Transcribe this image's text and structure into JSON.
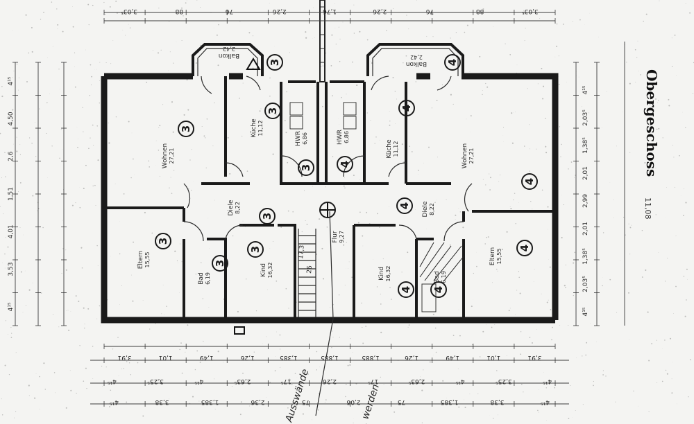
{
  "sheet_title": "Obergeschoss",
  "overall_height": "11,08",
  "rooms": [
    {
      "id": "r1",
      "name": "Wohnen",
      "area": "27,21",
      "unit": "3"
    },
    {
      "id": "r2",
      "name": "Küche",
      "area": "11,12",
      "unit": "3"
    },
    {
      "id": "r3",
      "name": "HWR",
      "area": "6,86",
      "unit": "3"
    },
    {
      "id": "r4",
      "name": "HWR",
      "area": "6,86",
      "unit": "4"
    },
    {
      "id": "r5",
      "name": "Küche",
      "area": "11,12",
      "unit": "4"
    },
    {
      "id": "r6",
      "name": "Wohnen",
      "area": "27,21",
      "unit": "4"
    },
    {
      "id": "r7",
      "name": "Balkon",
      "area": "2,42",
      "unit": "3"
    },
    {
      "id": "r8",
      "name": "Balkon",
      "area": "2,42",
      "unit": "4"
    },
    {
      "id": "r9",
      "name": "Diele",
      "area": "8,22",
      "unit": "3"
    },
    {
      "id": "r10",
      "name": "Diele",
      "area": "8,22",
      "unit": "4"
    },
    {
      "id": "r11",
      "name": "Eltern",
      "area": "15,55",
      "unit": "3"
    },
    {
      "id": "r12",
      "name": "Bad",
      "area": "6,19",
      "unit": "3"
    },
    {
      "id": "r13",
      "name": "Kind",
      "area": "16,32",
      "unit": "3"
    },
    {
      "id": "r14",
      "name": "Flur",
      "area": "9,27",
      "unit": ""
    },
    {
      "id": "r15",
      "name": "Kind",
      "area": "16,32",
      "unit": "4"
    },
    {
      "id": "r16",
      "name": "Bad",
      "area": "6,19",
      "unit": "4"
    },
    {
      "id": "r17",
      "name": "Eltern",
      "area": "15,55",
      "unit": "4"
    }
  ],
  "stair": {
    "label_a": "17,3",
    "label_b": "26"
  },
  "dims_top": [
    "3,03⁵",
    "88",
    "76",
    "2,26",
    "1,76",
    "2,26",
    "76",
    "88",
    "3,03⁵"
  ],
  "dims_bottom_row1": [
    "3,91",
    "1,01",
    "1,49",
    "1,26",
    "1,385",
    "1,885",
    "1,885",
    "1,26",
    "1,49",
    "1,01",
    "3,91"
  ],
  "dims_bottom_row2": [
    "4¹⁵",
    "3,25⁵",
    "4¹⁵",
    "2,63⁵",
    "17⁵",
    "2,26",
    "17⁵",
    "2,63⁵",
    "4¹⁵",
    "3,25⁵",
    "4¹⁵"
  ],
  "dims_bottom_row3": [
    "4¹⁵",
    "3,38",
    "1,385",
    "2,36",
    "75",
    "2,06",
    "75",
    "1,385",
    "3,38",
    "4¹⁵"
  ],
  "dims_left": [
    "4¹⁵",
    "4,50",
    "2,6",
    "1,51",
    "4,01",
    "3,53",
    "4¹⁵"
  ],
  "dims_right": [
    "4¹⁵",
    "2,03⁵",
    "1,38⁵",
    "2,01",
    "2,99",
    "2,01",
    "1,38⁵",
    "2,03⁵",
    "4¹⁵"
  ],
  "handwriting": [
    "Ausswände",
    "werden"
  ]
}
